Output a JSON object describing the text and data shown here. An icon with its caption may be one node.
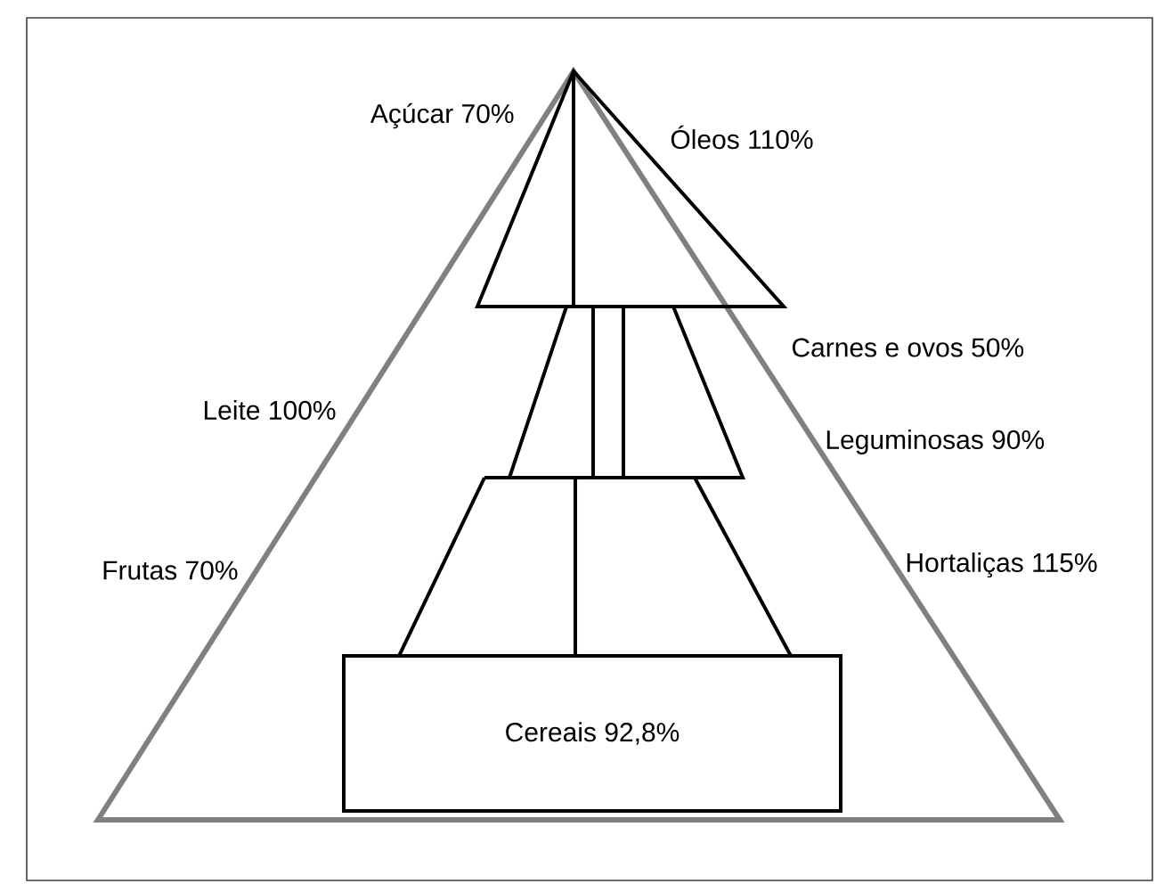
{
  "diagram": {
    "nodes": [
      {
        "text": [
          "Cereais 92,8%"
        ]
      }
    ],
    "edges": [],
    "labels": [
      "Açúcar 70%",
      "Óleos 110%",
      "Carnes e ovos 50%",
      "Leite 100%",
      "Leguminosas 90%",
      "Frutas 70%",
      "Hortaliças 115%"
    ]
  }
}
